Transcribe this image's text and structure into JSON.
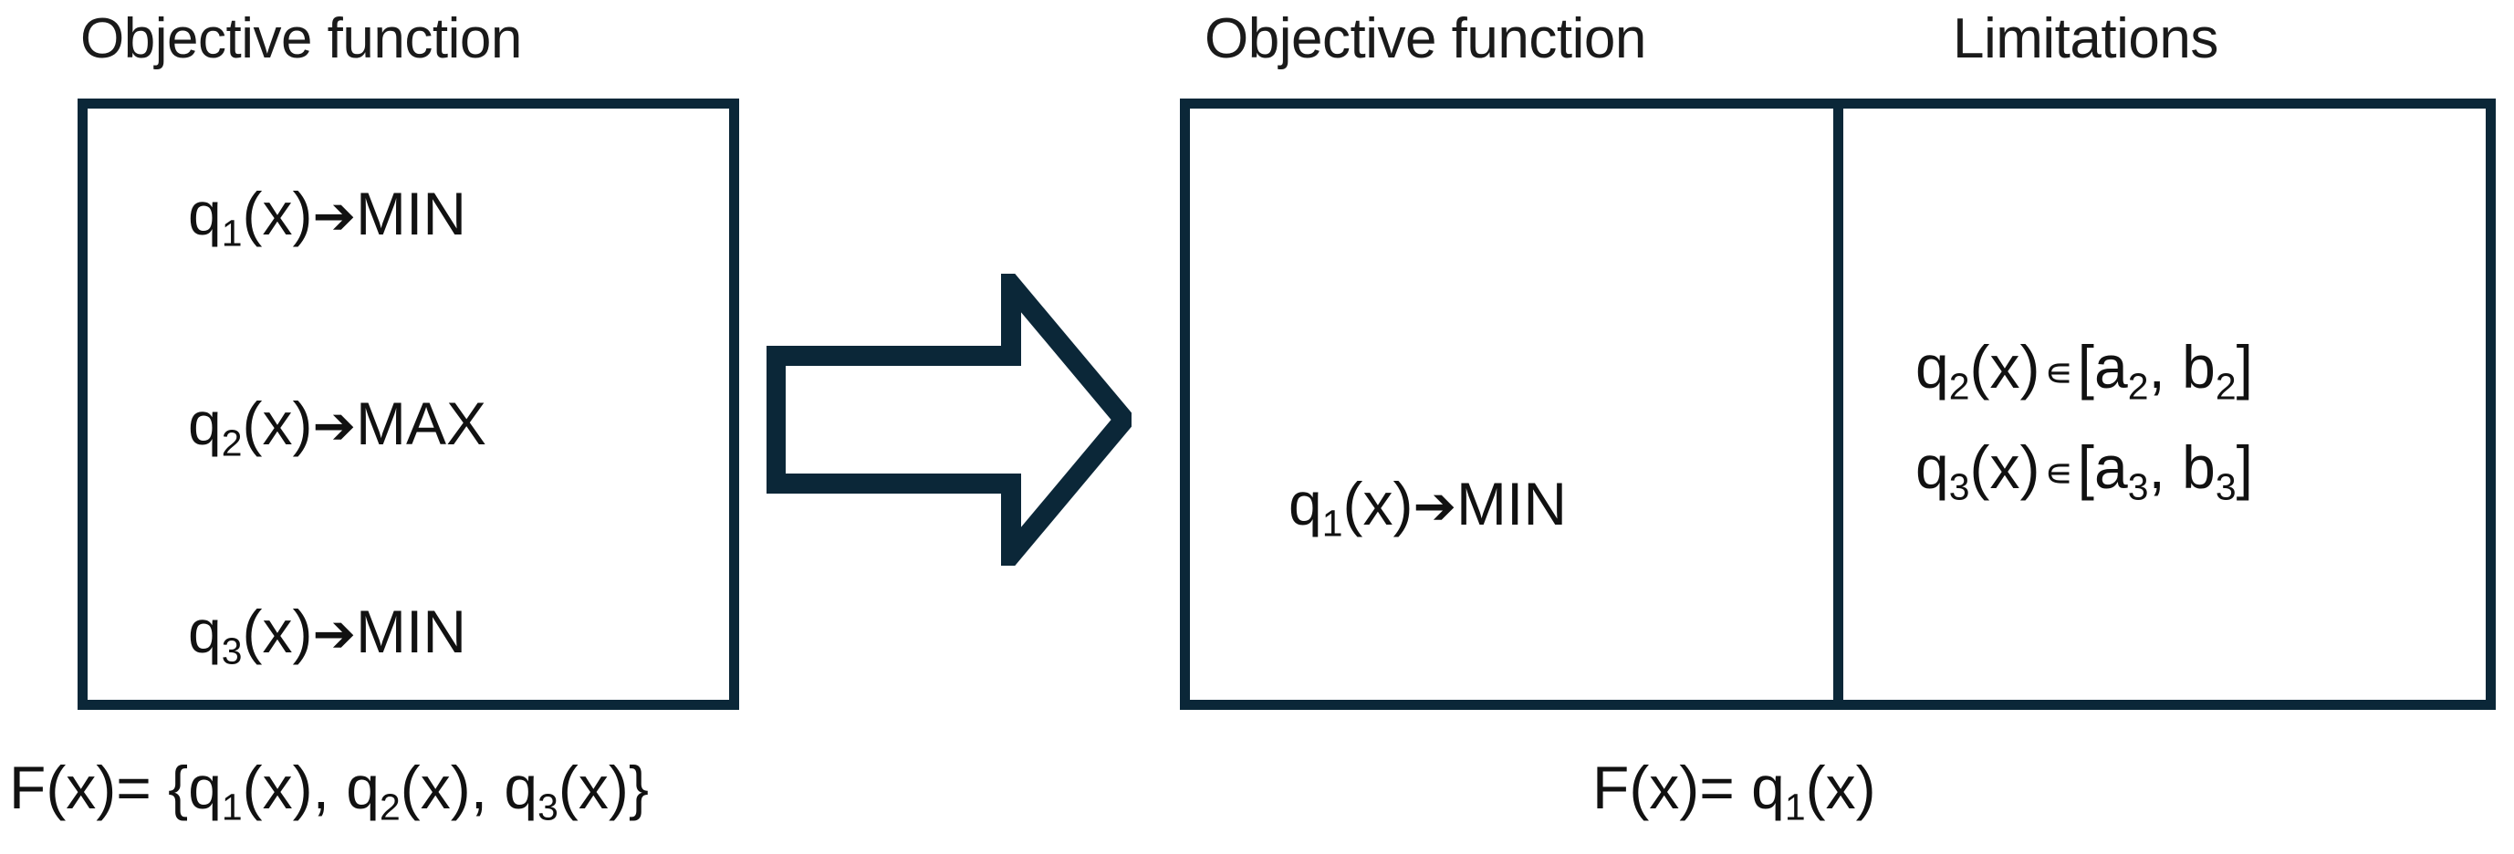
{
  "colors": {
    "border": "#0b2738",
    "arrow_stroke": "#0b2738",
    "text": "#111111",
    "background": "#ffffff"
  },
  "left_panel": {
    "heading": "Objective function",
    "formulas": [
      {
        "fn": "q",
        "sub": "1",
        "arg": "(x)",
        "arrow": "➔",
        "goal": "MIN"
      },
      {
        "fn": "q",
        "sub": "2",
        "arg": "(x)",
        "arrow": "➔",
        "goal": "MAX"
      },
      {
        "fn": "q",
        "sub": "3",
        "arg": "(x)",
        "arrow": "➔",
        "goal": "MIN"
      }
    ],
    "caption_prefix": "F(x)= {q",
    "caption_parts": [
      {
        "sub": "1",
        "tail": "(x), q"
      },
      {
        "sub": "2",
        "tail": "(x), q"
      },
      {
        "sub": "3",
        "tail": "(x)}"
      }
    ]
  },
  "transition": {
    "arrow_icon": "right-block-arrow",
    "direction": "right"
  },
  "right_panel": {
    "heading_objective": "Objective function",
    "heading_limitations": "Limitations",
    "objective_formula": {
      "fn": "q",
      "sub": "1",
      "arg": "(x)",
      "arrow": "➔",
      "goal": "MIN"
    },
    "limitations": [
      {
        "fn": "q",
        "sub": "2",
        "arg": "(x)",
        "member": "∊",
        "open": "[a",
        "lo_sub": "2",
        "mid": ", b",
        "hi_sub": "2",
        "close": "]"
      },
      {
        "fn": "q",
        "sub": "3",
        "arg": "(x)",
        "member": "∊",
        "open": "[a",
        "lo_sub": "3",
        "mid": ", b",
        "hi_sub": "3",
        "close": "]"
      }
    ],
    "caption_prefix": "F(x)= q",
    "caption_sub": "1",
    "caption_suffix": "(x)"
  }
}
